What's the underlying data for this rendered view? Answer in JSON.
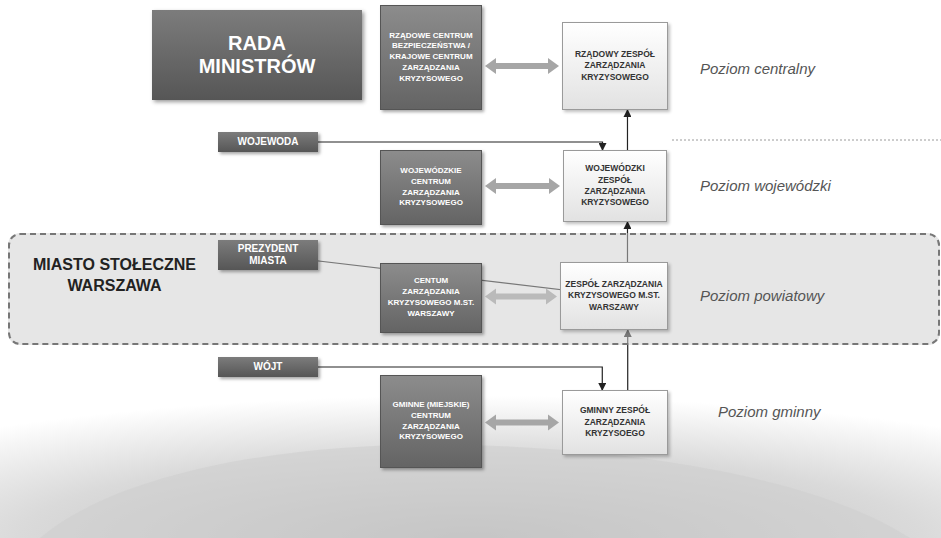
{
  "diagram": {
    "nodes": [
      {
        "text": [
          "RADA MINISTRÓW"
        ]
      },
      {
        "text": [
          "RZĄDOWE CENTRUM BEZPIECZEŃSTWA / KRAJOWE CENTRUM ZARZĄDZANIA KRYZYSOWEGO"
        ]
      },
      {
        "text": [
          "RZĄDOWY ZESPÓŁ ZARZĄDZANIA KRYZYSOWEGO"
        ]
      },
      {
        "text": [
          "WOJEWODA"
        ]
      },
      {
        "text": [
          "WOJEWÓDZKIE CENTRUM ZARZĄDZANIA KRYZYSOWEGO"
        ]
      },
      {
        "text": [
          "WOJEWÓDZKI ZESPÓŁ ZARZĄDZANIA KRYZYSOWEGO"
        ]
      },
      {
        "text": [
          "MIASTO STOŁECZNE WARSZAWA"
        ]
      },
      {
        "text": [
          "PREZYDENT MIASTA"
        ],
        "in": 6
      },
      {
        "text": [
          "CENTUM ZARZĄDZANIA KRYZYSOWEGO M.ST. WARSZAWY"
        ],
        "in": 6
      },
      {
        "text": [
          "ZESPÓŁ ZARZĄDZANIA KRYZYSOWEGO M.ST. WARSZAWY"
        ],
        "in": 6
      },
      {
        "text": [
          "WÓJT"
        ]
      },
      {
        "text": [
          "GMINNE (MIEJSKIE) CENTRUM ZARZĄDZANIA KRYZYSOWEGO"
        ]
      },
      {
        "text": [
          "GMINNY ZESPÓŁ ZARZĄDZANIA KRYZYSOEGO"
        ]
      }
    ],
    "edges": [
      {
        "from": 1,
        "to": 2,
        "arrow": "both"
      },
      {
        "from": 4,
        "to": 5,
        "arrow": "both"
      },
      {
        "from": 8,
        "to": 9,
        "arrow": "both"
      },
      {
        "from": 11,
        "to": 12,
        "arrow": "both"
      },
      {
        "from": 3,
        "to": 5,
        "arrow": "to"
      },
      {
        "from": 5,
        "to": 2,
        "arrow": "to"
      },
      {
        "from": 7,
        "to": 9,
        "arrow": "to"
      },
      {
        "from": 9,
        "to": 5,
        "arrow": "to"
      },
      {
        "from": 10,
        "to": 12,
        "arrow": "to"
      },
      {
        "from": 12,
        "to": 9,
        "arrow": "to"
      }
    ],
    "labels": [
      "Poziom centralny",
      "Poziom wojewódzki",
      "Poziom powiatowy",
      "Poziom gminny"
    ]
  }
}
